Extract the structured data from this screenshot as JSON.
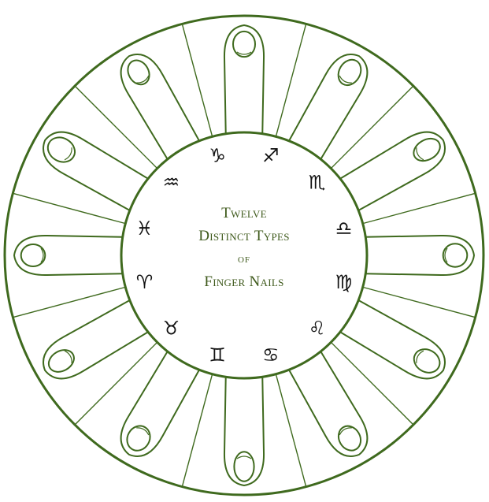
{
  "title": {
    "line1": "Twelve",
    "line2": "Distinct Types",
    "line3": "of",
    "line4": "Finger Nails"
  },
  "colors": {
    "stroke": "#3f6a1e",
    "nail_fill": "#ffffff",
    "glyph": "#111111",
    "title": "#3f5a1c"
  },
  "zodiac_signs": [
    {
      "id": "capricorn",
      "glyph": "♑"
    },
    {
      "id": "sagittarius",
      "glyph": "♐"
    },
    {
      "id": "scorpio",
      "glyph": "♏"
    },
    {
      "id": "libra",
      "glyph": "♎"
    },
    {
      "id": "virgo",
      "glyph": "♍"
    },
    {
      "id": "leo",
      "glyph": "♌"
    },
    {
      "id": "cancer",
      "glyph": "♋"
    },
    {
      "id": "gemini",
      "glyph": "♊"
    },
    {
      "id": "taurus",
      "glyph": "♉"
    },
    {
      "id": "aries",
      "glyph": "♈"
    },
    {
      "id": "pisces",
      "glyph": "♓"
    },
    {
      "id": "aquarius",
      "glyph": "♒"
    }
  ],
  "fingers": [
    {
      "type": "fingernail-1-round"
    },
    {
      "type": "fingernail-2-oval"
    },
    {
      "type": "fingernail-3-broad"
    },
    {
      "type": "fingernail-4-square"
    },
    {
      "type": "fingernail-5-fan"
    },
    {
      "type": "fingernail-6-short"
    },
    {
      "type": "fingernail-7-long"
    },
    {
      "type": "fingernail-8-almond"
    },
    {
      "type": "fingernail-9-narrow"
    },
    {
      "type": "fingernail-10-filbert"
    },
    {
      "type": "fingernail-11-spatulate"
    },
    {
      "type": "fingernail-12-tapered"
    }
  ]
}
